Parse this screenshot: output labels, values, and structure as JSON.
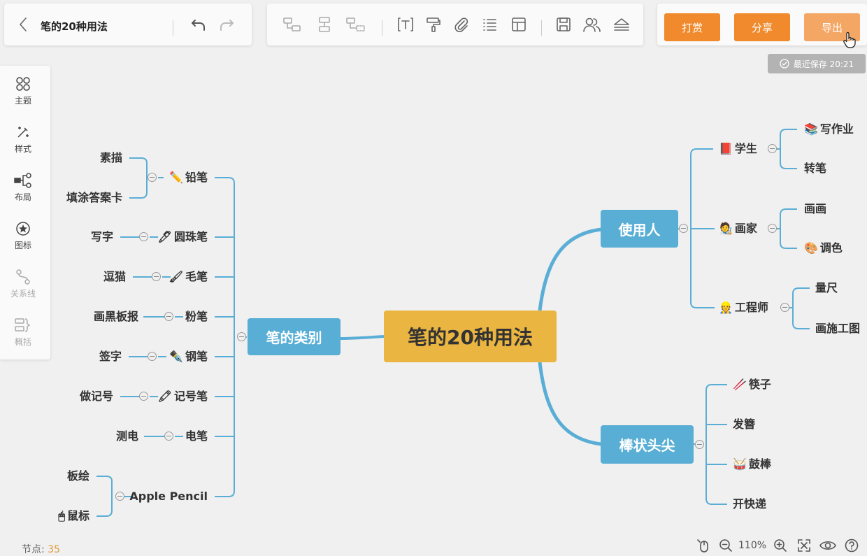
{
  "doc": {
    "title": "笔的20种用法"
  },
  "actions": {
    "reward": "打赏",
    "share": "分享",
    "export": "导出"
  },
  "save_status": "最近保存 20:21",
  "sidebar": {
    "items": [
      {
        "label": "主题",
        "icon": "theme-icon"
      },
      {
        "label": "样式",
        "icon": "style-icon"
      },
      {
        "label": "布局",
        "icon": "layout-icon"
      },
      {
        "label": "图标",
        "icon": "star-icon"
      },
      {
        "label": "关系线",
        "icon": "relation-line-icon"
      },
      {
        "label": "概括",
        "icon": "summary-icon"
      }
    ]
  },
  "mindmap": {
    "central": "笔的20种用法",
    "left_main": "笔的类别",
    "right_main_1": "使用人",
    "right_main_2": "棒状头尖",
    "left_subs": [
      {
        "label": "铅笔",
        "emoji": "✏️",
        "children": [
          "素描",
          "填涂答案卡"
        ]
      },
      {
        "label": "圆珠笔",
        "emoji": "🖊",
        "children": [
          "写字"
        ]
      },
      {
        "label": "毛笔",
        "emoji": "🖌",
        "children": [
          "逗猫"
        ]
      },
      {
        "label": "粉笔",
        "emoji": "",
        "children": [
          "画黑板报"
        ]
      },
      {
        "label": "钢笔",
        "emoji": "✒️",
        "children": [
          "签字"
        ]
      },
      {
        "label": "记号笔",
        "emoji": "🖍",
        "children": [
          "做记号"
        ]
      },
      {
        "label": "电笔",
        "emoji": "",
        "children": [
          "测电"
        ]
      },
      {
        "label": "Apple Pencil",
        "emoji": "",
        "children": [
          "板绘",
          "鼠标"
        ]
      }
    ],
    "mouse_emoji": "🖱",
    "right_users": [
      {
        "label": "学生",
        "emoji": "📕",
        "children": [
          {
            "label": "写作业",
            "emoji": "📚"
          },
          {
            "label": "转笔",
            "emoji": ""
          }
        ]
      },
      {
        "label": "画家",
        "emoji": "🧑‍🎨",
        "children": [
          {
            "label": "画画",
            "emoji": ""
          },
          {
            "label": "调色",
            "emoji": "🎨"
          }
        ]
      },
      {
        "label": "工程师",
        "emoji": "👷",
        "children": [
          {
            "label": "量尺",
            "emoji": ""
          },
          {
            "label": "画施工图",
            "emoji": ""
          }
        ]
      }
    ],
    "right_tips": [
      {
        "label": "筷子",
        "emoji": "🥢"
      },
      {
        "label": "发簪",
        "emoji": ""
      },
      {
        "label": "鼓棒",
        "emoji": "🥁"
      },
      {
        "label": "开快递",
        "emoji": ""
      }
    ]
  },
  "status": {
    "node_label": "节点: ",
    "node_count": "35",
    "zoom": "110%"
  },
  "colors": {
    "accent": "#f08a2c",
    "central": "#eab540",
    "main_topic": "#58aed4",
    "line": "#58aed4"
  }
}
